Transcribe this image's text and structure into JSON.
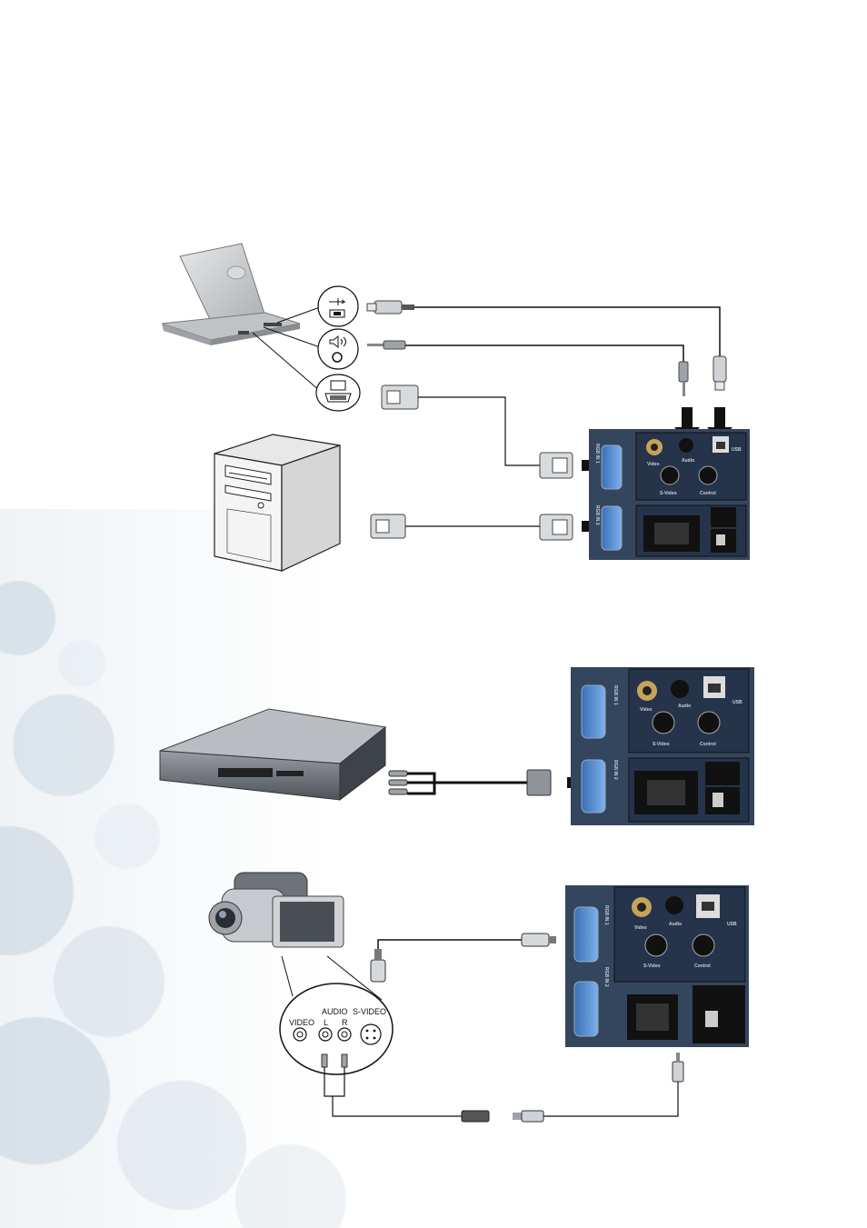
{
  "camcorder_jacks": {
    "video_label": "VIDEO",
    "audio_label": "AUDIO",
    "left_label": "L",
    "right_label": "R",
    "svideo_label": "S-VIDEO"
  },
  "projector_panel": {
    "video": "Video",
    "audio": "Audio",
    "usb": "USB",
    "svideo": "S-Video",
    "control": "Control",
    "rgb_in_1": "RGB IN 1",
    "rgb_in_2": "RGB IN 2"
  },
  "colors": {
    "panel": "#34465e",
    "panel_dark": "#25344a",
    "cable": "#111111",
    "arrow": "#111111",
    "laptop": "#c9cbce",
    "computer": "#f0f0f0"
  },
  "icons": [
    "usb-icon",
    "speaker-icon",
    "monitor-icon"
  ]
}
